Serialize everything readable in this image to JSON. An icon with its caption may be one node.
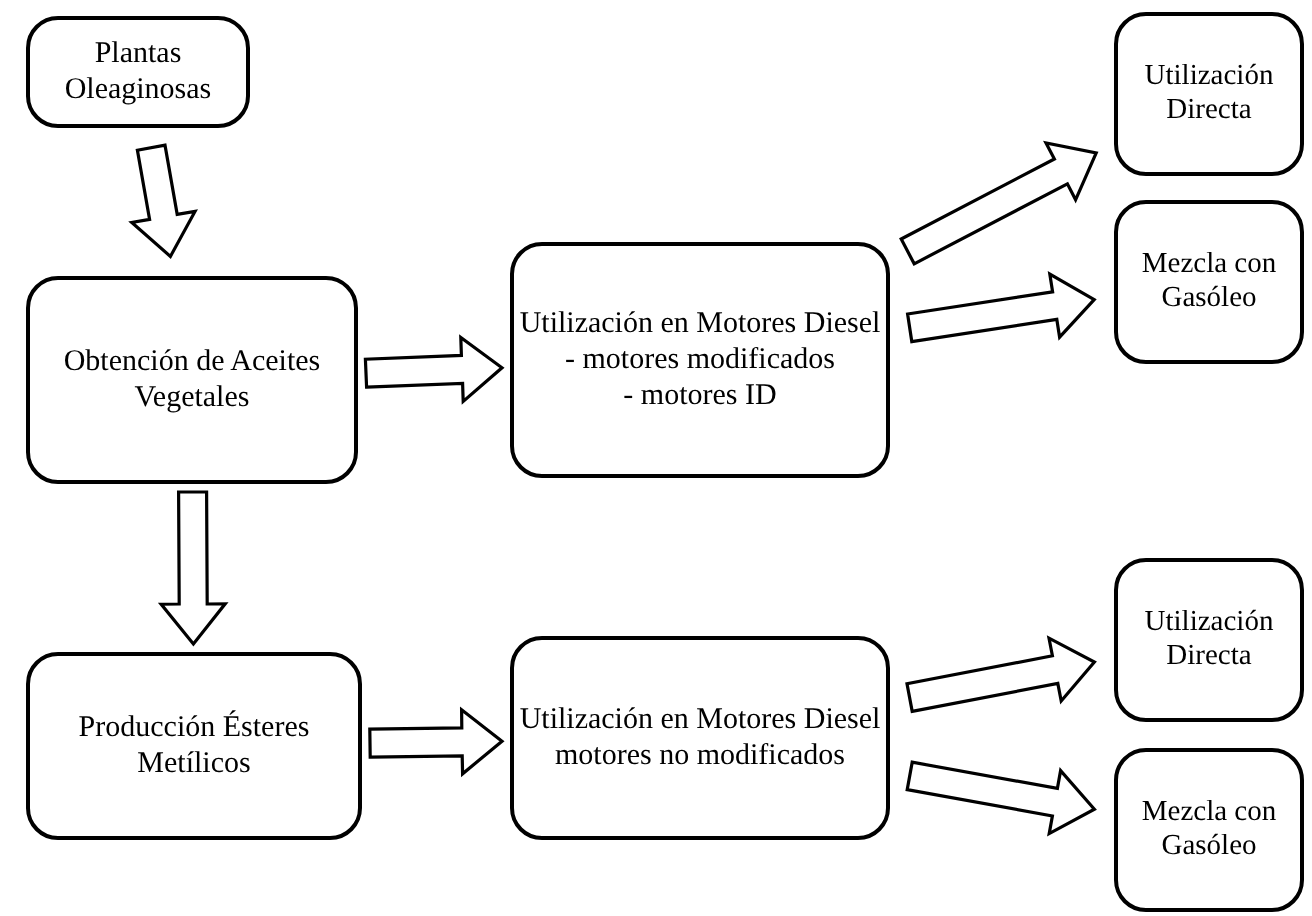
{
  "diagram": {
    "nodes": [
      {
        "text": [
          "Plantas Oleaginosas"
        ]
      },
      {
        "text": [
          "Obtención de Aceites Vegetales"
        ]
      },
      {
        "text": [
          "Utilización en Motores Diesel",
          "- motores modificados",
          "- motores ID"
        ]
      },
      {
        "text": [
          "Utilización Directa"
        ]
      },
      {
        "text": [
          "Mezcla con Gasóleo"
        ]
      },
      {
        "text": [
          "Producción Ésteres Metílicos"
        ]
      },
      {
        "text": [
          "Utilización en Motores Diesel",
          "motores no modificados"
        ]
      },
      {
        "text": [
          "Utilización Directa"
        ]
      },
      {
        "text": [
          "Mezcla con Gasóleo"
        ]
      }
    ],
    "edges": [
      {
        "from": 0,
        "to": 1,
        "arrow": "to"
      },
      {
        "from": 1,
        "to": 2,
        "arrow": "to"
      },
      {
        "from": 1,
        "to": 5,
        "arrow": "to"
      },
      {
        "from": 2,
        "to": 3,
        "arrow": "to"
      },
      {
        "from": 2,
        "to": 4,
        "arrow": "to"
      },
      {
        "from": 5,
        "to": 6,
        "arrow": "to"
      },
      {
        "from": 6,
        "to": 7,
        "arrow": "to"
      },
      {
        "from": 6,
        "to": 8,
        "arrow": "to"
      }
    ]
  }
}
